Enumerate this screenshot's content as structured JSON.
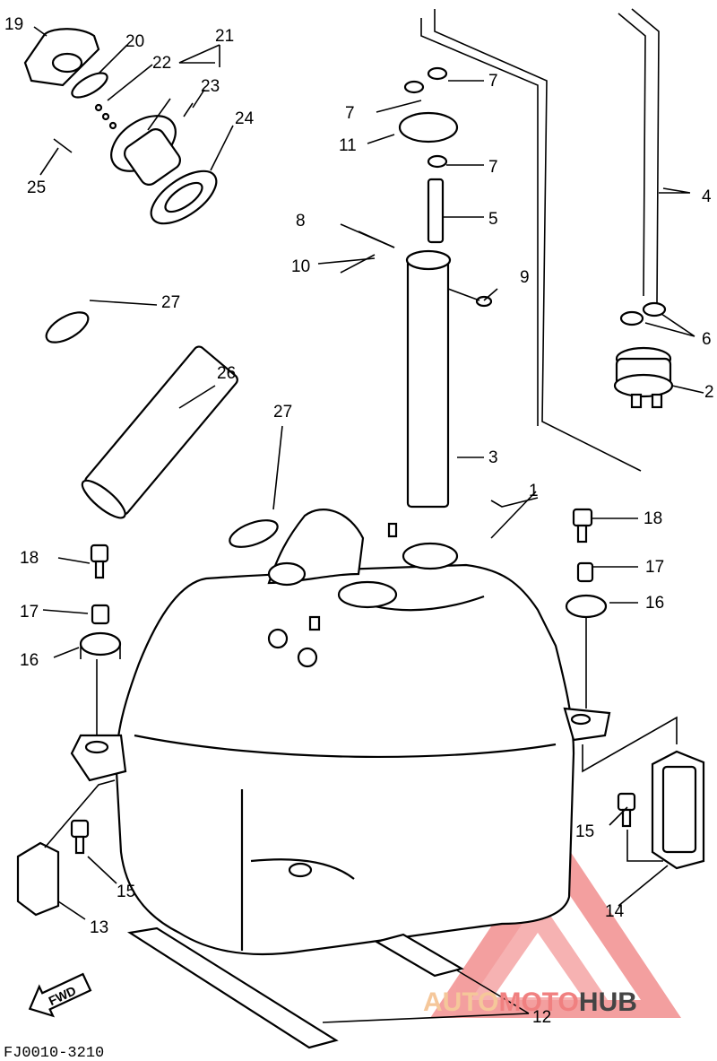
{
  "diagram": {
    "code": "FJ0010-3210",
    "fwd": "FWD",
    "watermark": {
      "part1": "AUTO",
      "part2": "MOTO",
      "part3": "HUB",
      "color1": "#f5c79a",
      "color2": "#f08080",
      "color3": "#444444"
    },
    "labels": {
      "l1": "1",
      "l2": "2",
      "l3": "3",
      "l4": "4",
      "l5": "5",
      "l6": "6",
      "l7a": "7",
      "l7b": "7",
      "l7c": "7",
      "l8": "8",
      "l9": "9",
      "l10": "10",
      "l11": "11",
      "l12": "12",
      "l13": "13",
      "l14": "14",
      "l15a": "15",
      "l15b": "15",
      "l16a": "16",
      "l16b": "16",
      "l17a": "17",
      "l17b": "17",
      "l18a": "18",
      "l18b": "18",
      "l19": "19",
      "l20": "20",
      "l21": "21",
      "l22": "22",
      "l23": "23",
      "l24": "24",
      "l25": "25",
      "l26": "26",
      "l27a": "27",
      "l27b": "27"
    }
  }
}
